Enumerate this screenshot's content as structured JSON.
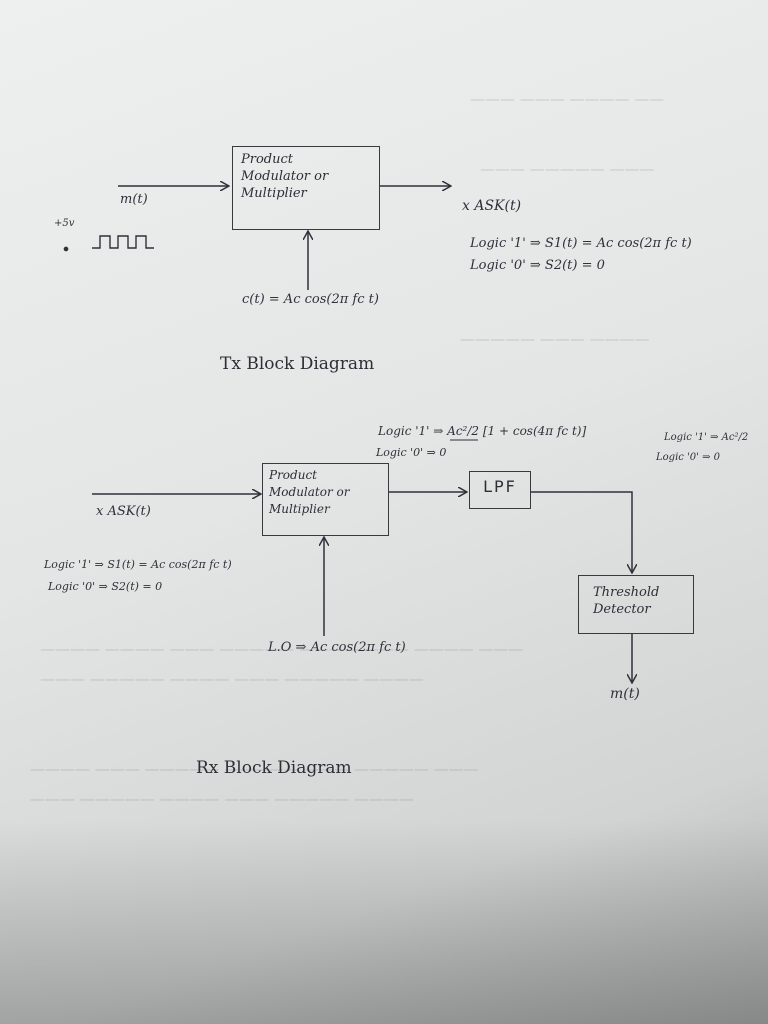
{
  "tx": {
    "modulator_label": "Product\nModulator or\nMultiplier",
    "input_signal": "m(t)",
    "input_amplitude": "+5v",
    "carrier": "c(t) = Ac cos(2π fc t)",
    "output_signal": "x ASK(t)",
    "logic_1": "Logic '1' ⇒ S1(t) = Ac cos(2π fc t)",
    "logic_0": "Logic '0' ⇒ S2(t) = 0",
    "title": "Tx Block Diagram"
  },
  "rx": {
    "input_signal": "x ASK(t)",
    "input_logic_1": "Logic '1' ⇒ S1(t) = Ac cos(2π fc t)",
    "input_logic_0": "Logic '0' ⇒ S2(t) = 0",
    "modulator_label": "Product\nModulator or\nMultiplier",
    "lo": "L.O ⇒ Ac cos(2π fc t)",
    "product_logic_1": "Logic '1' ⇒ Ac²/2 [1 + cos(4π fc t)]",
    "product_logic_0": "Logic '0' ⇒ 0",
    "lpf_label": "LPF",
    "lpf_logic_1": "Logic '1' ⇒ Ac²/2",
    "lpf_logic_0": "Logic '0' ⇒ 0",
    "detector_label": "Threshold\nDetector",
    "output_signal": "m(t)",
    "title": "Rx Block Diagram"
  },
  "colors": {
    "ink": "#30303a",
    "paper": "#e6e8e8"
  }
}
